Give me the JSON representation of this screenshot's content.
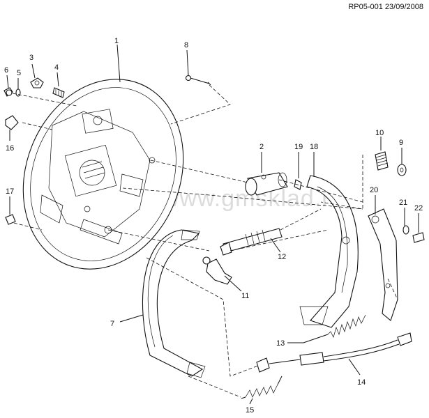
{
  "header": {
    "reference": "RP05-001 23/09/2008"
  },
  "watermark": "www.gmsklad.ru",
  "callouts": [
    "1",
    "2",
    "3",
    "4",
    "5",
    "6",
    "7",
    "8",
    "9",
    "10",
    "11",
    "12",
    "13",
    "14",
    "15",
    "16",
    "17",
    "18",
    "19",
    "20",
    "21",
    "22"
  ]
}
